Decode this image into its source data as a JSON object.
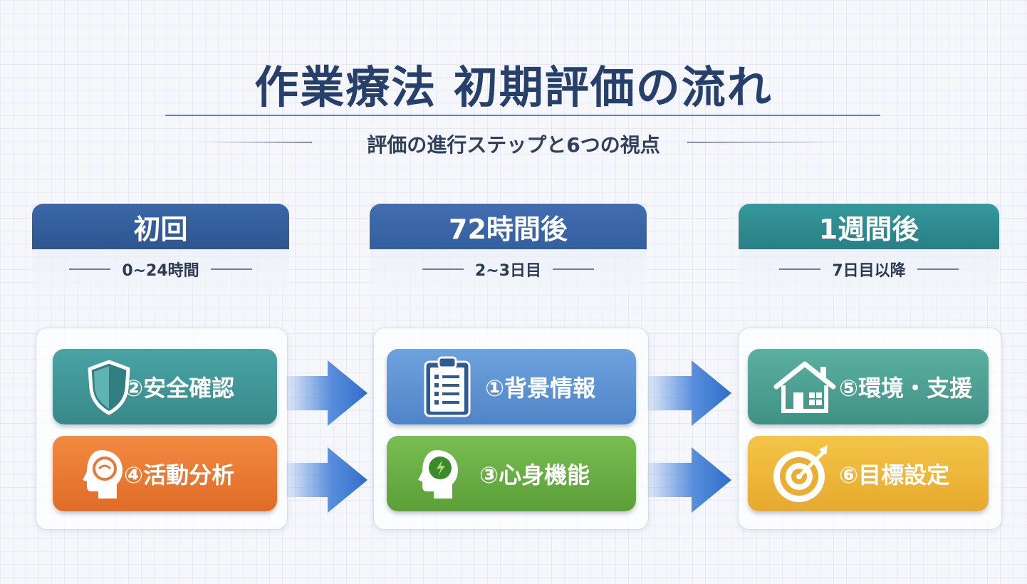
{
  "title": "作業療法 初期評価の流れ",
  "subtitle": "評価の進行ステップと6つの視点",
  "phases": [
    {
      "title": "初回",
      "period": "0~24時間",
      "color": "#355e9c",
      "cards": [
        {
          "label": "②安全確認",
          "icon": "shield-icon",
          "color": "#3f9596"
        },
        {
          "label": "④活動分析",
          "icon": "head-icon",
          "color": "#ea7a34"
        }
      ]
    },
    {
      "title": "72時間後",
      "period": "2~3日目",
      "color": "#3d66a8",
      "cards": [
        {
          "label": "①背景情報",
          "icon": "clipboard-icon",
          "color": "#5e92d2"
        },
        {
          "label": "③心身機能",
          "icon": "head-brain-icon",
          "color": "#69af45"
        }
      ]
    },
    {
      "title": "1週間後",
      "period": "7日目以降",
      "color": "#2e8f94",
      "cards": [
        {
          "label": "⑤環境・支援",
          "icon": "house-icon",
          "color": "#4ea193"
        },
        {
          "label": "⑥目標設定",
          "icon": "target-icon",
          "color": "#eeb93c"
        }
      ]
    }
  ]
}
